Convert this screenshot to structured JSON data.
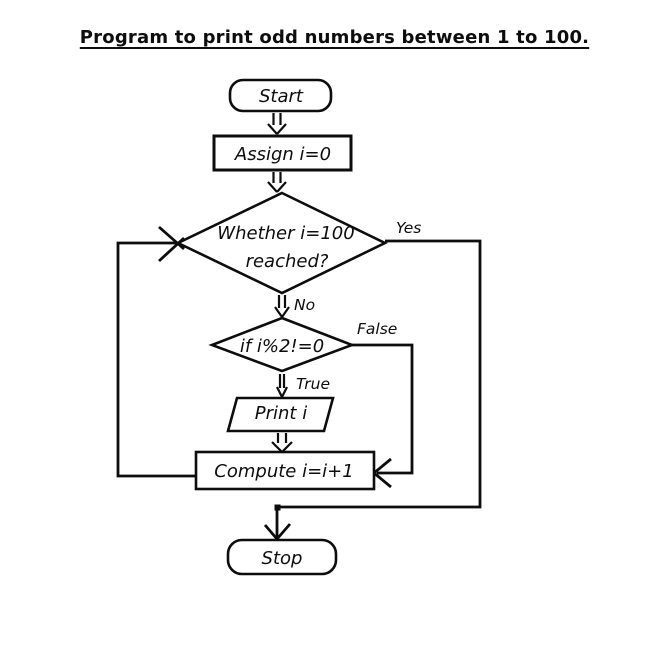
{
  "page": {
    "background": "#ffffff",
    "ink": "#0d0d0d"
  },
  "title": "Program to print odd numbers between 1 to 100.",
  "flowchart": {
    "nodes": [
      {
        "id": "start",
        "shape": "terminator",
        "label": "Start"
      },
      {
        "id": "assign",
        "shape": "process",
        "label": "Assign i=0"
      },
      {
        "id": "check-limit",
        "shape": "decision",
        "label": "Whether i=100 reached?",
        "line1": "Whether i=100",
        "line2": "reached?"
      },
      {
        "id": "check-odd",
        "shape": "decision",
        "label": "if i%2!=0"
      },
      {
        "id": "print",
        "shape": "input-output",
        "label": "Print i"
      },
      {
        "id": "compute",
        "shape": "process",
        "label": "Compute i=i+1"
      },
      {
        "id": "stop",
        "shape": "terminator",
        "label": "Stop"
      }
    ],
    "edge_labels": {
      "yes": "Yes",
      "no": "No",
      "true": "True",
      "false": "False"
    }
  }
}
